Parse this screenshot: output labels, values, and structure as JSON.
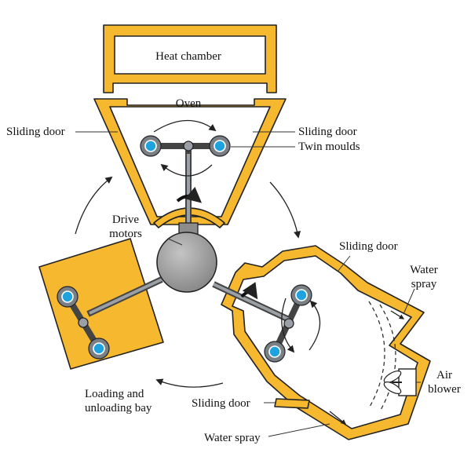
{
  "labels": {
    "heat_chamber": "Heat chamber",
    "oven": "Oven",
    "sliding_door_left": "Sliding door",
    "sliding_door_right": "Sliding door",
    "twin_moulds": "Twin moulds",
    "drive_motors_line1": "Drive",
    "drive_motors_line2": "motors",
    "sliding_door_cooling": "Sliding door",
    "water_spray_top_line1": "Water",
    "water_spray_top_line2": "spray",
    "air_blower_line1": "Air",
    "air_blower_line2": "blower",
    "sliding_door_bottom": "Sliding door",
    "water_spray_bottom": "Water spray",
    "loading_line1": "Loading and",
    "loading_line2": "unloading bay"
  },
  "colors": {
    "frame_fill": "#f5b82e",
    "outline": "#222222",
    "hub": "#9c9c9c",
    "mould_ring": "#7a7f86",
    "mould_center": "#1fa3e0"
  }
}
